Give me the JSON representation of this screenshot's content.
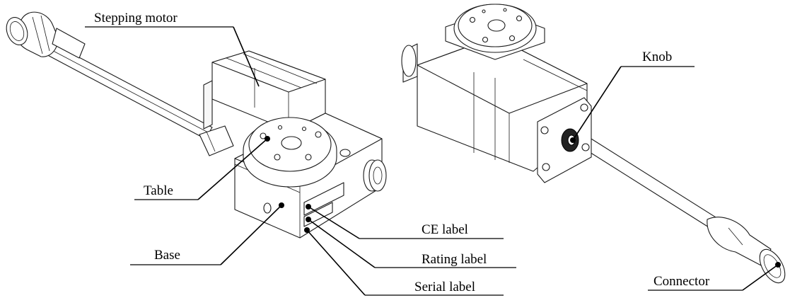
{
  "labels": {
    "stepping_motor": "Stepping motor",
    "table": "Table",
    "base": "Base",
    "ce_label": "CE label",
    "rating_label": "Rating label",
    "serial_label": "Serial label",
    "knob": "Knob",
    "connector": "Connector"
  }
}
